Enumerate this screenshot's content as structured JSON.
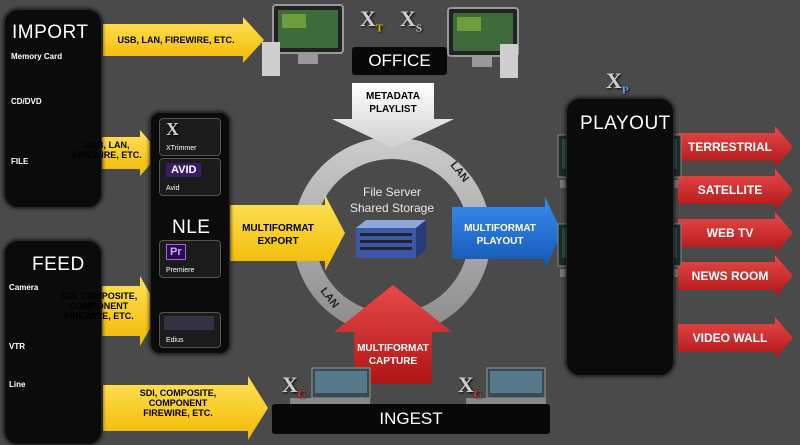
{
  "import": {
    "title": "IMPORT",
    "items": [
      "Memory Card",
      "CD/DVD",
      "FILE"
    ],
    "arrow_top": "USB, LAN, FIREWIRE, ETC.",
    "arrow_nle": "USB, LAN, FIREWIRE, ETC."
  },
  "feed": {
    "title": "FEED",
    "items": [
      "Camera",
      "VTR",
      "Line"
    ],
    "arrow_nle": "SDI, COMPOSITE, COMPONENT FIREWIRE, ETC.",
    "arrow_ingest": "SDI, COMPOSITE, COMPONENT FIREWIRE, ETC."
  },
  "office": {
    "title": "OFFICE",
    "logos": [
      {
        "letter": "X",
        "sub": "T"
      },
      {
        "letter": "X",
        "sub": "S"
      }
    ],
    "down_arrow": "METADATA PLAYLIST"
  },
  "nle": {
    "title": "NLE",
    "apps": [
      {
        "name": "XTrimmer",
        "icon": "X"
      },
      {
        "name": "Avid",
        "icon": "AVID"
      },
      {
        "name": "Premiere",
        "icon": "Pr"
      },
      {
        "name": "Edius",
        "icon": ""
      }
    ],
    "export_arrow": "MULTIFORMAT EXPORT"
  },
  "center": {
    "line1": "File Server",
    "line2": "Shared Storage",
    "lan_top": "LAN",
    "lan_bottom": "LAN"
  },
  "playout": {
    "title": "PLAYOUT",
    "logo": {
      "letter": "X",
      "sub": "P"
    },
    "in_arrow": "MULTIFORMAT PLAYOUT",
    "outputs": [
      "TERRESTRIAL",
      "SATELLITE",
      "WEB TV",
      "NEWS ROOM",
      "VIDEO WALL"
    ]
  },
  "ingest": {
    "title": "INGEST",
    "logos": [
      {
        "letter": "X",
        "sub": "C"
      },
      {
        "letter": "X",
        "sub": "C"
      }
    ],
    "up_arrow": "MULTIFORMAT CAPTURE"
  },
  "colors": {
    "yellow": "#ffd21a",
    "red": "#d42323",
    "blue": "#1c6fd6",
    "panel": "#0b0b0b"
  }
}
